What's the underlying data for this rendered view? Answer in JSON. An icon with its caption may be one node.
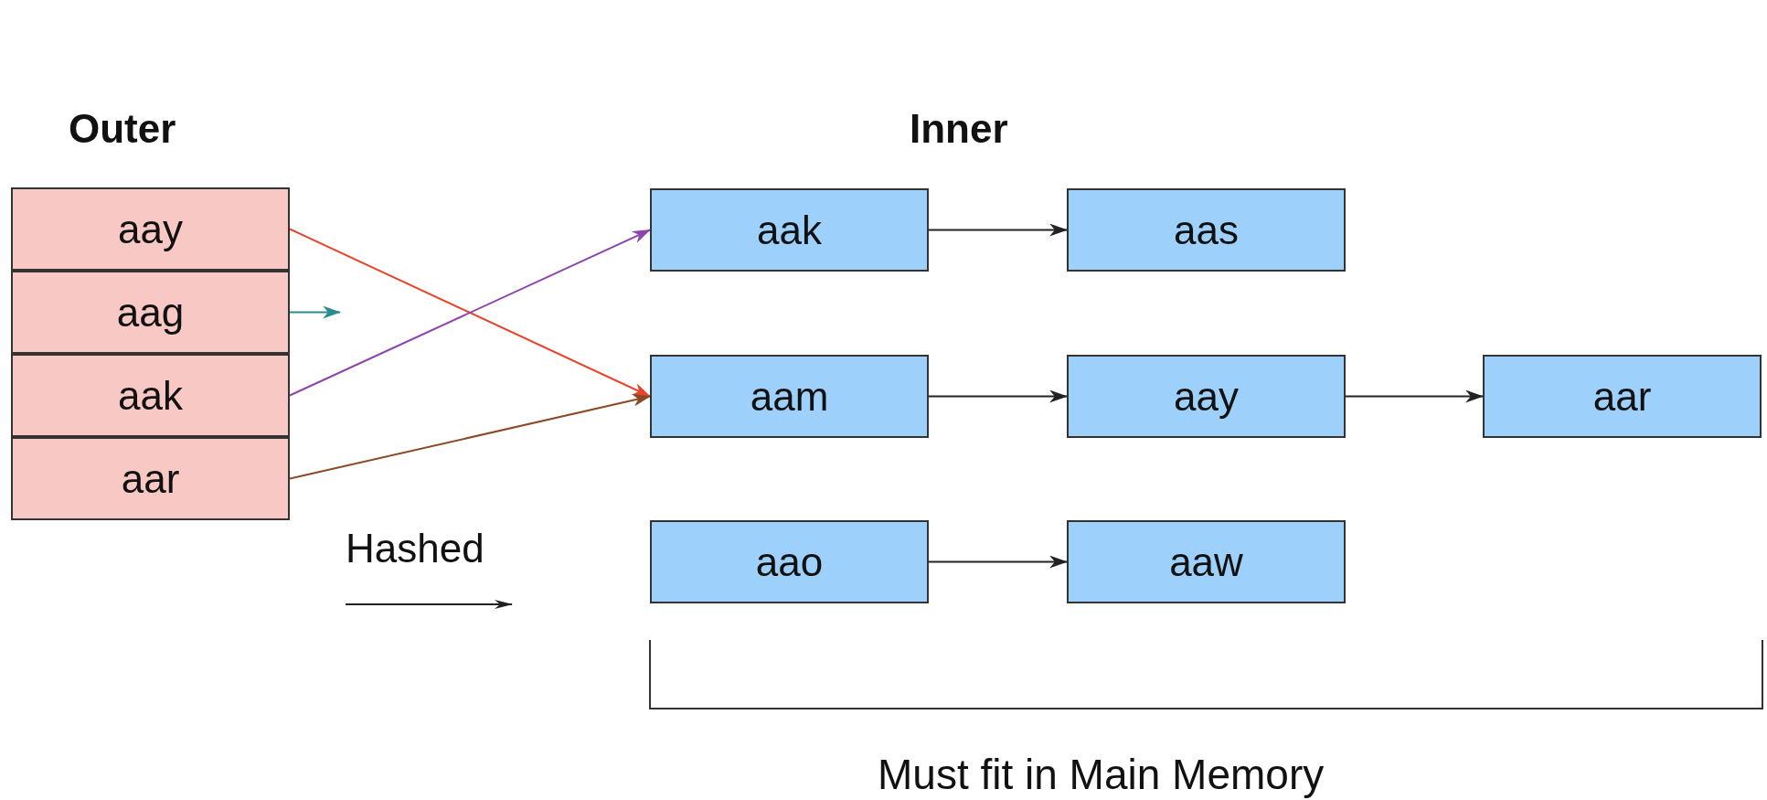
{
  "diagram": {
    "nodes": [
      {
        "text": [
          "aay"
        ]
      },
      {
        "text": [
          "aag"
        ]
      },
      {
        "text": [
          "aak"
        ]
      },
      {
        "text": [
          "aar"
        ]
      },
      {
        "text": [
          "aak"
        ]
      },
      {
        "text": [
          "aas"
        ]
      },
      {
        "text": [
          "aam"
        ]
      },
      {
        "text": [
          "aay"
        ]
      },
      {
        "text": [
          "aar"
        ]
      },
      {
        "text": [
          "aao"
        ]
      },
      {
        "text": [
          "aaw"
        ]
      }
    ],
    "edges": [
      {
        "from": 0,
        "to": 6,
        "arrow": "to",
        "color": "#e8452c"
      },
      {
        "from": 1,
        "to": null,
        "arrow": "to",
        "color": "#2a8c8c"
      },
      {
        "from": 2,
        "to": 4,
        "arrow": "to",
        "color": "#8e44ad"
      },
      {
        "from": 3,
        "to": 6,
        "arrow": "to",
        "color": "#8b4a26"
      },
      {
        "from": 4,
        "to": 5,
        "arrow": "to"
      },
      {
        "from": 6,
        "to": 7,
        "arrow": "to"
      },
      {
        "from": 7,
        "to": 8,
        "arrow": "to"
      },
      {
        "from": 9,
        "to": 10,
        "arrow": "to"
      }
    ],
    "labels": [
      "Outer",
      "Inner",
      "Hashed",
      "Must fit in Main Memory"
    ]
  }
}
